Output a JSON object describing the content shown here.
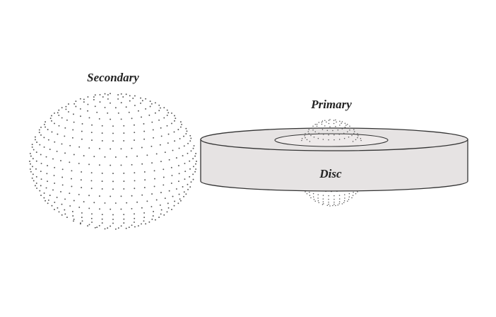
{
  "labels": {
    "secondary": "Secondary",
    "primary": "Primary",
    "disc": "Disc"
  },
  "colors": {
    "background": "#ffffff",
    "dots": "#555555",
    "disc_fill": "#e6e3e3",
    "disc_stroke": "#333333",
    "label": "#222222"
  }
}
